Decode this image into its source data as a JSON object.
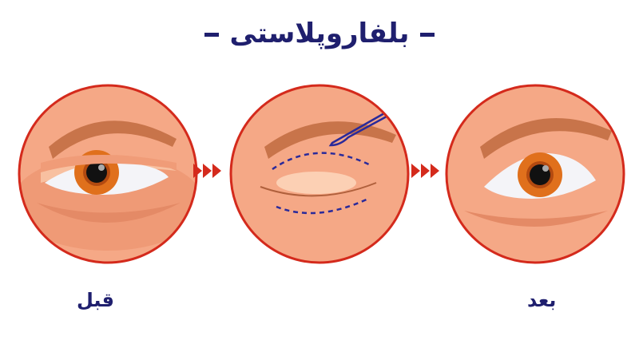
{
  "title": "بلفاروپلاستی",
  "labels": {
    "before": "قبل",
    "after": "بعد"
  },
  "panels": [
    {
      "name": "before-eye",
      "state": "droopy eyelid"
    },
    {
      "name": "surgery-eye",
      "state": "closed eye with incision marks and scalpel"
    },
    {
      "name": "after-eye",
      "state": "lifted eyelid"
    }
  ],
  "colors": {
    "title": "#1f1f6e",
    "border": "#d42a1c",
    "skin": "#f2a07e",
    "iris": "#e0701c",
    "marker": "#2a2a9a"
  }
}
